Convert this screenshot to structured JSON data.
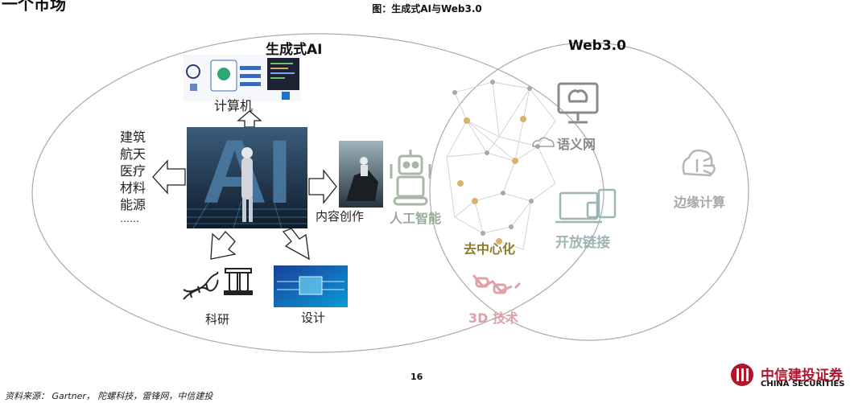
{
  "header": {
    "cut_title": "一个市场",
    "figure_title": "图：生成式AI与Web3.0"
  },
  "diagram": {
    "ai_circle_label": "生成式AI",
    "web3_circle_label": "Web3.0",
    "ai_core_text": "AI",
    "computer_label": "计算机",
    "industries": [
      "建筑",
      "航天",
      "医疗",
      "材料",
      "能源",
      "……"
    ],
    "content_creation_label": "内容创作",
    "research_label": "科研",
    "design_label": "设计",
    "ai_label_robot": "人工智能",
    "decentralization_label": "去中心化",
    "semantic_web_label": "语义网",
    "open_link_label": "开放链接",
    "edge_computing_label": "边缘计算",
    "tech_3d_label": "3D 技术"
  },
  "footer": {
    "page_number": "16",
    "source": "资料来源： Gartner， 陀螺科技，雷锋网，中信建投",
    "logo_cn": "中信建投证券",
    "logo_en": "CHINA SECURITIES"
  },
  "colors": {
    "ellipse_stroke": "#aaaaaa",
    "logo_red": "#b0152a",
    "ai_panel_dark": "#1c2d45"
  }
}
